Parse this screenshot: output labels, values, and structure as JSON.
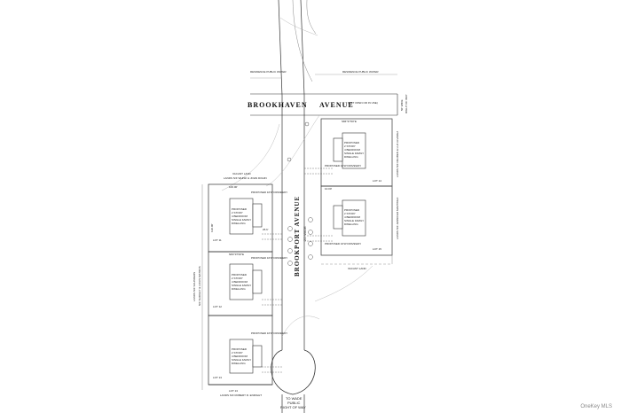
{
  "street_top": {
    "name_left": "BROOKHAVEN",
    "name_right": "AVENUE",
    "note": "(NOT OPEN OR IN USE)"
  },
  "street_main": {
    "name": "BROOKPORT AVENUE",
    "width_note": "20' WIDE"
  },
  "road_end": {
    "line1": "TO WADE",
    "line2": "PUBLIC",
    "line3": "RIGHT OF WAY"
  },
  "row_note": {
    "line1": "50' WIDE",
    "line2": "RIGHT OF WAY"
  },
  "top_labels": [
    "RESIDENCE PUBLIC WATER",
    "RESIDENCE PUBLIC WATER"
  ],
  "left_labels": [
    "VACANT LAND",
    "LANDS N/F WHISK & JOHN DOHIN",
    "LANDS N/F SAUNDERS",
    "N/F SHIRLEY & LOUIS MATROS"
  ],
  "right_labels": [
    "LANDS N/F REUBEN & LUZ ALVAREZ",
    "LANDS N/F JENNIFER MARTINEZ",
    "VACANT LAND"
  ],
  "bottom_labels": [
    "LOT 13",
    "LANDS N/F ROBERT R. ENRIGHT"
  ],
  "lots": [
    {
      "id": "lot-nw",
      "house": [
        "PROPOSED",
        "2 STORY",
        "4 BEDROOM",
        "SINGLE FAMILY",
        "DWELLING"
      ],
      "front": "PROPOSED 16'W DRIVEWAY",
      "lot": "LOT 11"
    },
    {
      "id": "lot-mw",
      "house": [
        "PROPOSED",
        "2 STORY",
        "4 BEDROOM",
        "SINGLE FAMILY",
        "DWELLING"
      ],
      "front": "PROPOSED 16'W DRIVEWAY",
      "lot": "LOT 12"
    },
    {
      "id": "lot-sw",
      "house": [
        "PROPOSED",
        "2 STORY",
        "4 BEDROOM",
        "SINGLE FAMILY",
        "DWELLING"
      ],
      "front": "PROPOSED 16'W DRIVEWAY",
      "lot": "LOT 13"
    },
    {
      "id": "lot-ne",
      "house": [
        "PROPOSED",
        "2 STORY",
        "4 BEDROOM",
        "SINGLE FAMILY",
        "DWELLING"
      ],
      "front": "PROPOSED 16'W DRIVEWAY",
      "lot": "LOT 14"
    },
    {
      "id": "lot-se",
      "house": [
        "PROPOSED",
        "2 STORY",
        "4 BEDROOM",
        "SINGLE FAMILY",
        "DWELLING"
      ],
      "front": "PROPOSED 16'W DRIVEWAY",
      "lot": "LOT 15"
    }
  ],
  "dims": [
    "100.00'",
    "130.00'",
    "N84°37'00\"E",
    "S84°37'00\"E",
    "10.00'",
    "25.6'"
  ],
  "watermark": "OneKey MLS",
  "colors": {
    "line": "#333333",
    "light_line": "#9a9a9a",
    "background": "#ffffff"
  }
}
